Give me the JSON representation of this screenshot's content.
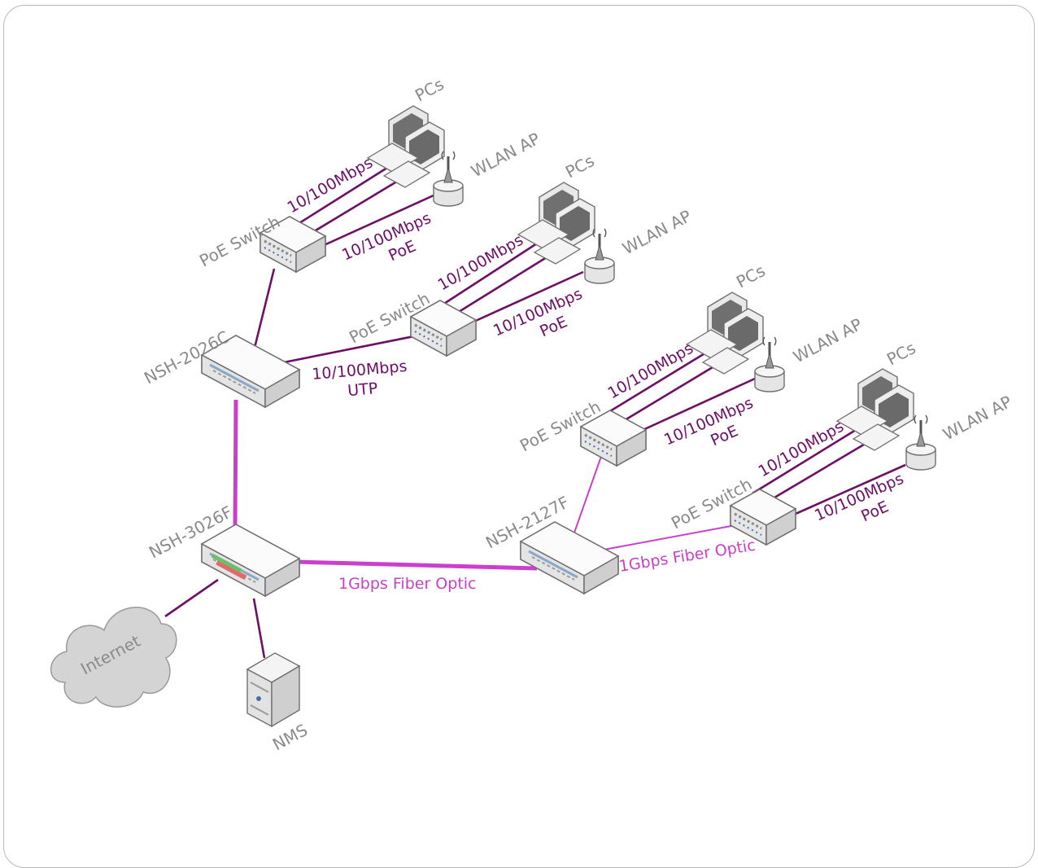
{
  "devices": {
    "core_switch": "NSH-3026F",
    "aggregation_left": "NSH-2026C",
    "aggregation_right": "NSH-2127F",
    "internet": "Internet",
    "nms": "NMS",
    "poe_switch": "PoE Switch",
    "pcs": "PCs",
    "wlan_ap": "WLAN AP"
  },
  "links": {
    "access": "10/100Mbps",
    "access_poe_line1": "10/100Mbps",
    "access_poe_line2": "PoE",
    "utp_line1": "10/100Mbps",
    "utp_line2": "UTP",
    "fiber": "1Gbps Fiber Optic"
  },
  "colors": {
    "copper_link": "#6e0f66",
    "fiber_link": "#cc3fcc",
    "device_label": "#8a8a8a"
  }
}
